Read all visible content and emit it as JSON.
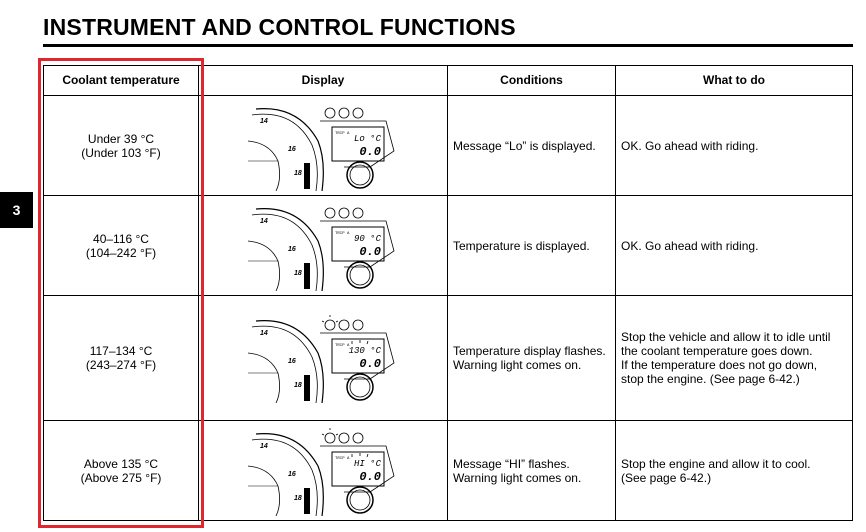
{
  "title": "INSTRUMENT AND CONTROL FUNCTIONS",
  "chapter_tab": "3",
  "table": {
    "headers": [
      "Coolant temperature",
      "Display",
      "Conditions",
      "What to do"
    ],
    "rows": [
      {
        "temp_c": "Under 39 °C",
        "temp_f": "(Under 103 °F)",
        "lcd_top": "Lo °C",
        "lcd_bottom": "0.0",
        "trip": "TRIP A",
        "flashing": false,
        "conditions": [
          "Message “Lo” is displayed."
        ],
        "action": [
          "OK. Go ahead with riding."
        ]
      },
      {
        "temp_c": "40–116 °C",
        "temp_f": "(104–242 °F)",
        "lcd_top": "90 °C",
        "lcd_bottom": "0.0",
        "trip": "TRIP A",
        "flashing": false,
        "conditions": [
          "Temperature is displayed."
        ],
        "action": [
          "OK. Go ahead with riding."
        ]
      },
      {
        "temp_c": "117–134 °C",
        "temp_f": "(243–274 °F)",
        "lcd_top": "130 °C",
        "lcd_bottom": "0.0",
        "trip": "TRIP A",
        "flashing": true,
        "conditions": [
          "Temperature display flashes.",
          "Warning light comes on."
        ],
        "action": [
          "Stop the vehicle and allow it to idle until",
          "the coolant temperature goes down.",
          "If the temperature does not go down,",
          "stop the engine. (See page 6-42.)"
        ]
      },
      {
        "temp_c": "Above 135 °C",
        "temp_f": "(Above 275 °F)",
        "lcd_top": "HI °C",
        "lcd_bottom": "0.0",
        "trip": "TRIP A",
        "flashing": true,
        "conditions": [
          "Message “HI” flashes.",
          "Warning light comes on."
        ],
        "action": [
          "Stop the engine and allow it to cool.",
          "(See page 6-42.)"
        ]
      }
    ]
  },
  "colors": {
    "highlight": "#e0262f"
  }
}
